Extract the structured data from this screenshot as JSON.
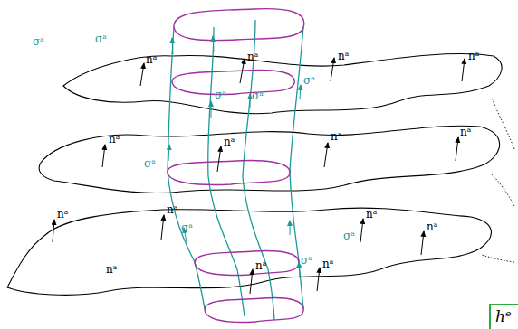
{
  "diagram": {
    "nodes": [
      {
        "text": [
          "hᵉ"
        ]
      }
    ],
    "labels": [
      "σᵃ",
      "σᵃ",
      "nᵃ",
      "nᵃ",
      "nᵃ",
      "nᵃ",
      "σᵃ",
      "σᵃ",
      "σᵃ",
      "nᵃ",
      "nᵃ",
      "nᵃ",
      "nᵃ",
      "σᵃ",
      "nᵃ",
      "nᵃ",
      "nᵃ",
      "nᵃ",
      "nᵃ",
      "σᵃ",
      "σᵃ",
      "σᵃ",
      "nᵃ",
      "nᵃ"
    ]
  }
}
